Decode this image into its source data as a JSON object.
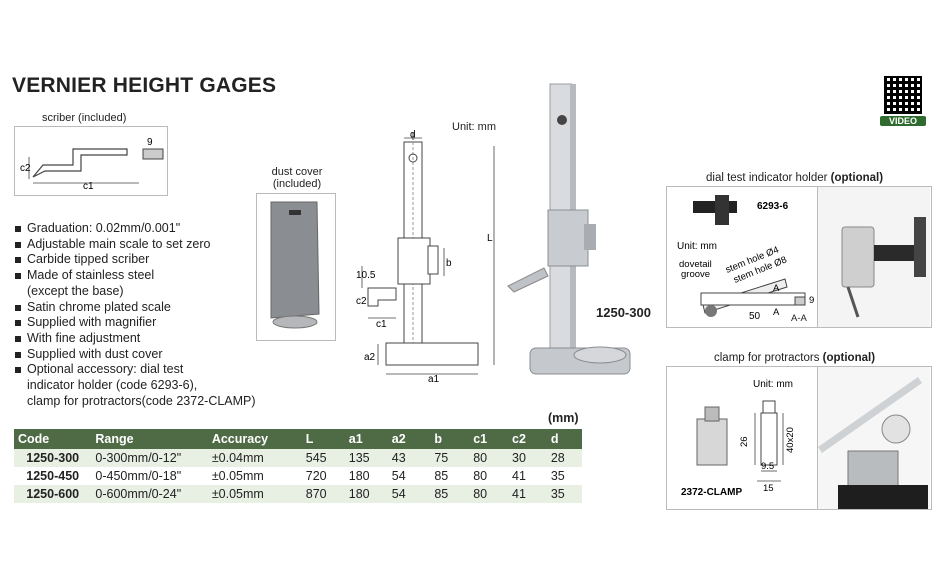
{
  "title": "VERNIER HEIGHT GAGES",
  "badge": {
    "video_label": "VIDEO"
  },
  "scriber": {
    "caption": "scriber (included)",
    "dims": {
      "nine": "9",
      "c1": "c1",
      "c2": "c2"
    }
  },
  "dust_cover": {
    "caption_line1": "dust cover",
    "caption_line2": "(included)"
  },
  "drawing": {
    "unit": "Unit: mm",
    "labels": {
      "d": "d",
      "L": "L",
      "b": "b",
      "c1": "c1",
      "c2": "c2",
      "a1": "a1",
      "a2": "a2",
      "ten5": "10.5"
    }
  },
  "product_code_label": "1250-300",
  "features": [
    "Graduation: 0.02mm/0.001\"",
    "Adjustable main scale to set zero",
    "Carbide tipped scriber",
    "Made of stainless steel",
    "(except the base)",
    "Satin chrome plated scale",
    "Supplied with magnifier",
    "With fine adjustment",
    "Supplied with dust cover",
    "Optional accessory: dial test",
    "indicator holder (code 6293-6),",
    "clamp for protractors(code 2372-CLAMP)"
  ],
  "dial_holder": {
    "caption": "dial test indicator holder",
    "optional": "(optional)",
    "code": "6293-6",
    "unit": "Unit: mm",
    "dovetail": "dovetail",
    "groove": "groove",
    "stem4": "stem hole Ø4",
    "stem8": "stem hole Ø8",
    "A": "A",
    "fifty": "50",
    "nine": "9",
    "AA": "A-A"
  },
  "clamp": {
    "caption": "clamp for protractors",
    "optional": "(optional)",
    "unit": "Unit: mm",
    "code": "2372-CLAMP",
    "dims": {
      "d26": "26",
      "d40x20": "40x20",
      "d9_5": "9.5",
      "d15": "15"
    }
  },
  "table": {
    "unit": "(mm)",
    "headers": [
      "Code",
      "Range",
      "Accuracy",
      "L",
      "a1",
      "a2",
      "b",
      "c1",
      "c2",
      "d"
    ],
    "rows": [
      [
        "1250-300",
        "0-300mm/0-12\"",
        "±0.04mm",
        "545",
        "135",
        "43",
        "75",
        "80",
        "30",
        "28"
      ],
      [
        "1250-450",
        "0-450mm/0-18\"",
        "±0.05mm",
        "720",
        "180",
        "54",
        "85",
        "80",
        "41",
        "35"
      ],
      [
        "1250-600",
        "0-600mm/0-24\"",
        "±0.05mm",
        "870",
        "180",
        "54",
        "85",
        "80",
        "41",
        "35"
      ]
    ]
  },
  "colors": {
    "table_header": "#4f6b46",
    "row_tint": "#e8efe3",
    "video_badge": "#2f6b2f"
  }
}
